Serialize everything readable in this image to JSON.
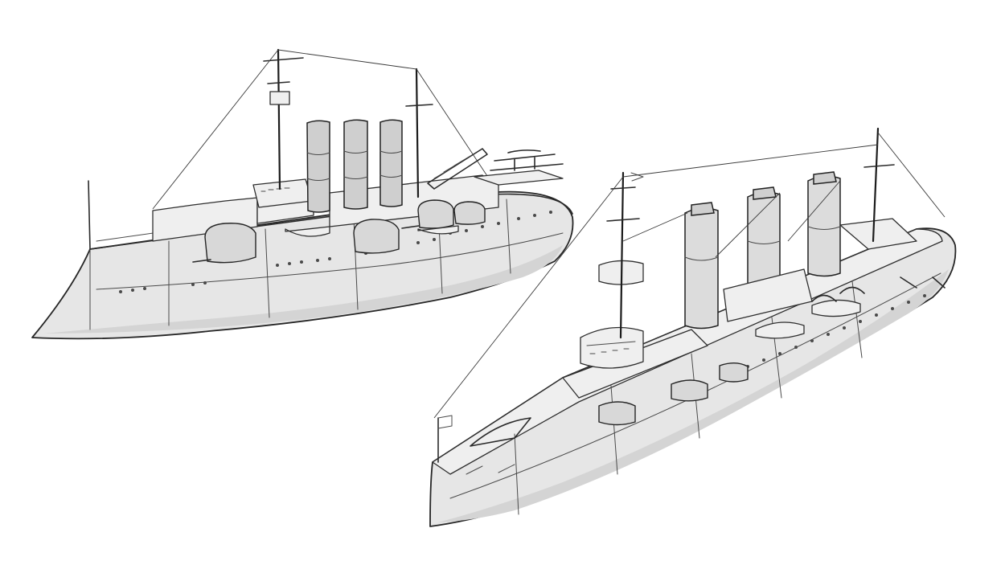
{
  "scene": {
    "background": "#ffffff",
    "subject": "sketch",
    "ink_color": "#2a2a2a",
    "fill_color": "#e6e6e6"
  },
  "ships": [
    {
      "id": "ship-left",
      "funnels": 3
    },
    {
      "id": "ship-right",
      "funnels": 3
    }
  ]
}
